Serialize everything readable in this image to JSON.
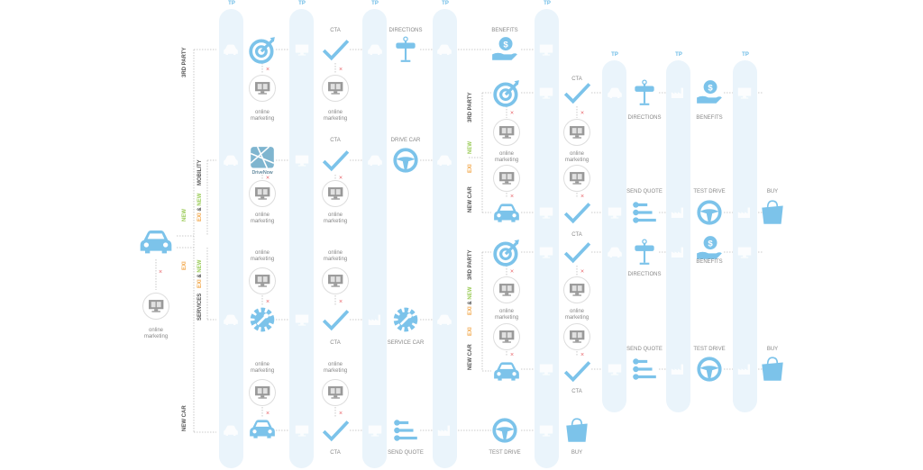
{
  "colors": {
    "accent": "#6bbbe6",
    "pillar": "#eaf4fb",
    "reject": "#e8646a",
    "muted": "#888888",
    "new": "#9ccc5a",
    "exi": "#f2a74a"
  },
  "tp_label": "TP",
  "segments": {
    "third_party": "3RD PARTY",
    "mobility": "MOBILITY",
    "new": "NEW",
    "exi_new_1": "EXI",
    "amp": "&",
    "new_word": "NEW",
    "exi": "EXI",
    "services": "SERVICES",
    "new_car": "NEW CAR",
    "r_third_party_a": "3RD PARTY",
    "r_new_a": "NEW",
    "r_exi_a": "EXI",
    "r_new_car_a": "NEW CAR",
    "r_third_party_b": "3RD PARTY",
    "r_exi_b": "EXI",
    "r_new_car_b": "NEW CAR"
  },
  "nodes": [
    {
      "icon": "car"
    },
    {
      "icon": "monitor-circle",
      "label": "online marketing"
    },
    {
      "icon": "target"
    },
    {
      "icon": "monitor-circle",
      "label": "online marketing"
    },
    {
      "icon": "check",
      "label": "CTA"
    },
    {
      "icon": "monitor-circle",
      "label": "online marketing"
    },
    {
      "icon": "directions",
      "label": "DIRECTIONS"
    },
    {
      "icon": "benefits",
      "label": "BENEFITS"
    },
    {
      "icon": "drivenow",
      "label": "DriveNow"
    },
    {
      "icon": "monitor-circle",
      "label": "online marketing"
    },
    {
      "icon": "check",
      "label": "CTA"
    },
    {
      "icon": "monitor-circle",
      "label": "online marketing"
    },
    {
      "icon": "wheel",
      "label": "DRIVE CAR"
    },
    {
      "icon": "monitor-circle",
      "label": "online marketing"
    },
    {
      "icon": "monitor-circle",
      "label": "online marketing"
    },
    {
      "icon": "gear"
    },
    {
      "icon": "check",
      "label": "CTA"
    },
    {
      "icon": "gear",
      "label": "SERVICE CAR"
    },
    {
      "icon": "monitor-circle",
      "label": "online marketing"
    },
    {
      "icon": "monitor-circle",
      "label": "online marketing"
    },
    {
      "icon": "car"
    },
    {
      "icon": "check",
      "label": "CTA"
    },
    {
      "icon": "quote",
      "label": "SEND QUOTE"
    },
    {
      "icon": "wheel",
      "label": "TEST DRIVE"
    },
    {
      "icon": "bag",
      "label": "BUY"
    },
    {
      "icon": "target"
    },
    {
      "icon": "monitor-circle",
      "label": "online marketing"
    },
    {
      "icon": "check",
      "label": "CTA"
    },
    {
      "icon": "monitor-circle",
      "label": "online marketing"
    },
    {
      "icon": "monitor-circle"
    },
    {
      "icon": "monitor-circle"
    },
    {
      "icon": "car"
    },
    {
      "icon": "check",
      "label": "CTA"
    },
    {
      "icon": "directions",
      "label": "DIRECTIONS"
    },
    {
      "icon": "benefits",
      "label": "BENEFITS"
    },
    {
      "icon": "quote",
      "label": "SEND QUOTE"
    },
    {
      "icon": "wheel",
      "label": "TEST DRIVE"
    },
    {
      "icon": "bag",
      "label": "BUY"
    },
    {
      "icon": "target"
    },
    {
      "icon": "monitor-circle",
      "label": "online marketing"
    },
    {
      "icon": "check"
    },
    {
      "icon": "monitor-circle",
      "label": "online marketing"
    },
    {
      "icon": "monitor-circle"
    },
    {
      "icon": "monitor-circle"
    },
    {
      "icon": "car"
    },
    {
      "icon": "check",
      "label": "CTA"
    },
    {
      "icon": "directions",
      "label": "DIRECTIONS"
    },
    {
      "icon": "benefits",
      "label": "BENEFITS"
    },
    {
      "icon": "quote",
      "label": "SEND QUOTE"
    },
    {
      "icon": "wheel",
      "label": "TEST DRIVE"
    },
    {
      "icon": "bag",
      "label": "BUY"
    }
  ],
  "touchpoint_icons": [
    [
      "car",
      "monitor",
      "car",
      "car",
      "monitor"
    ],
    [
      "car",
      "monitor",
      "car",
      "car"
    ],
    [
      "car",
      "monitor",
      "factory",
      "car"
    ],
    [
      "car",
      "monitor",
      "monitor",
      "factory",
      "monitor"
    ],
    [
      "monitor",
      "car",
      "factory",
      "monitor"
    ],
    [
      "monitor",
      "monitor",
      "factory",
      "factory"
    ],
    [
      "monitor",
      "car",
      "factory",
      "monitor"
    ],
    [
      "monitor",
      "monitor",
      "factory",
      "factory"
    ]
  ]
}
